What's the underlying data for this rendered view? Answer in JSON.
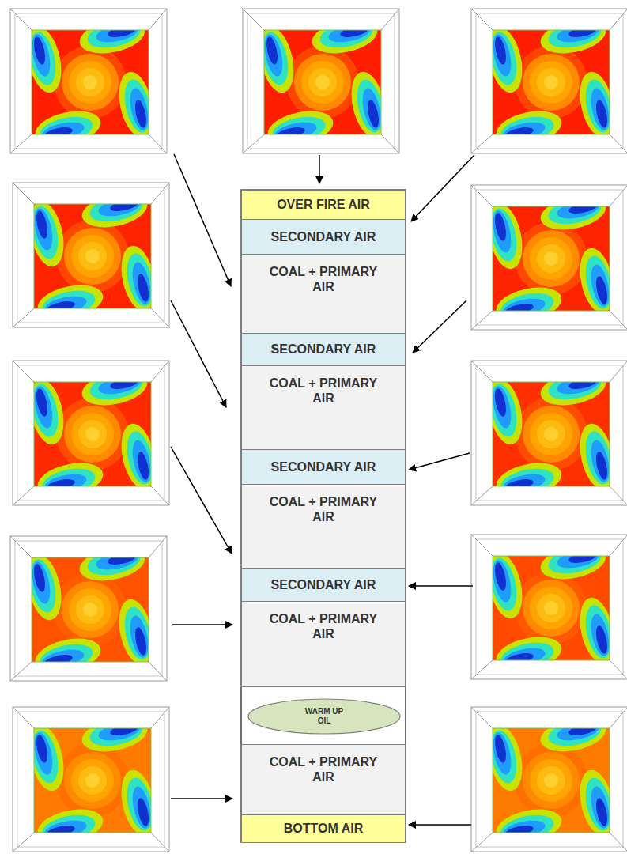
{
  "diagram": {
    "nodes": [
      {
        "text": [
          "OVER FIRE AIR"
        ]
      },
      {
        "text": [
          "SECONDARY AIR"
        ]
      },
      {
        "text": [
          "COAL + PRIMARY AIR"
        ]
      },
      {
        "text": [
          "SECONDARY AIR"
        ]
      },
      {
        "text": [
          "COAL + PRIMARY AIR"
        ]
      },
      {
        "text": [
          "SECONDARY AIR"
        ]
      },
      {
        "text": [
          "COAL + PRIMARY AIR"
        ]
      },
      {
        "text": [
          "SECONDARY AIR"
        ]
      },
      {
        "text": [
          "COAL + PRIMARY AIR"
        ]
      },
      {
        "text": [
          "WARM UP OIL"
        ]
      },
      {
        "text": [
          "COAL + PRIMARY AIR"
        ]
      },
      {
        "text": [
          "BOTTOM AIR"
        ]
      }
    ]
  }
}
